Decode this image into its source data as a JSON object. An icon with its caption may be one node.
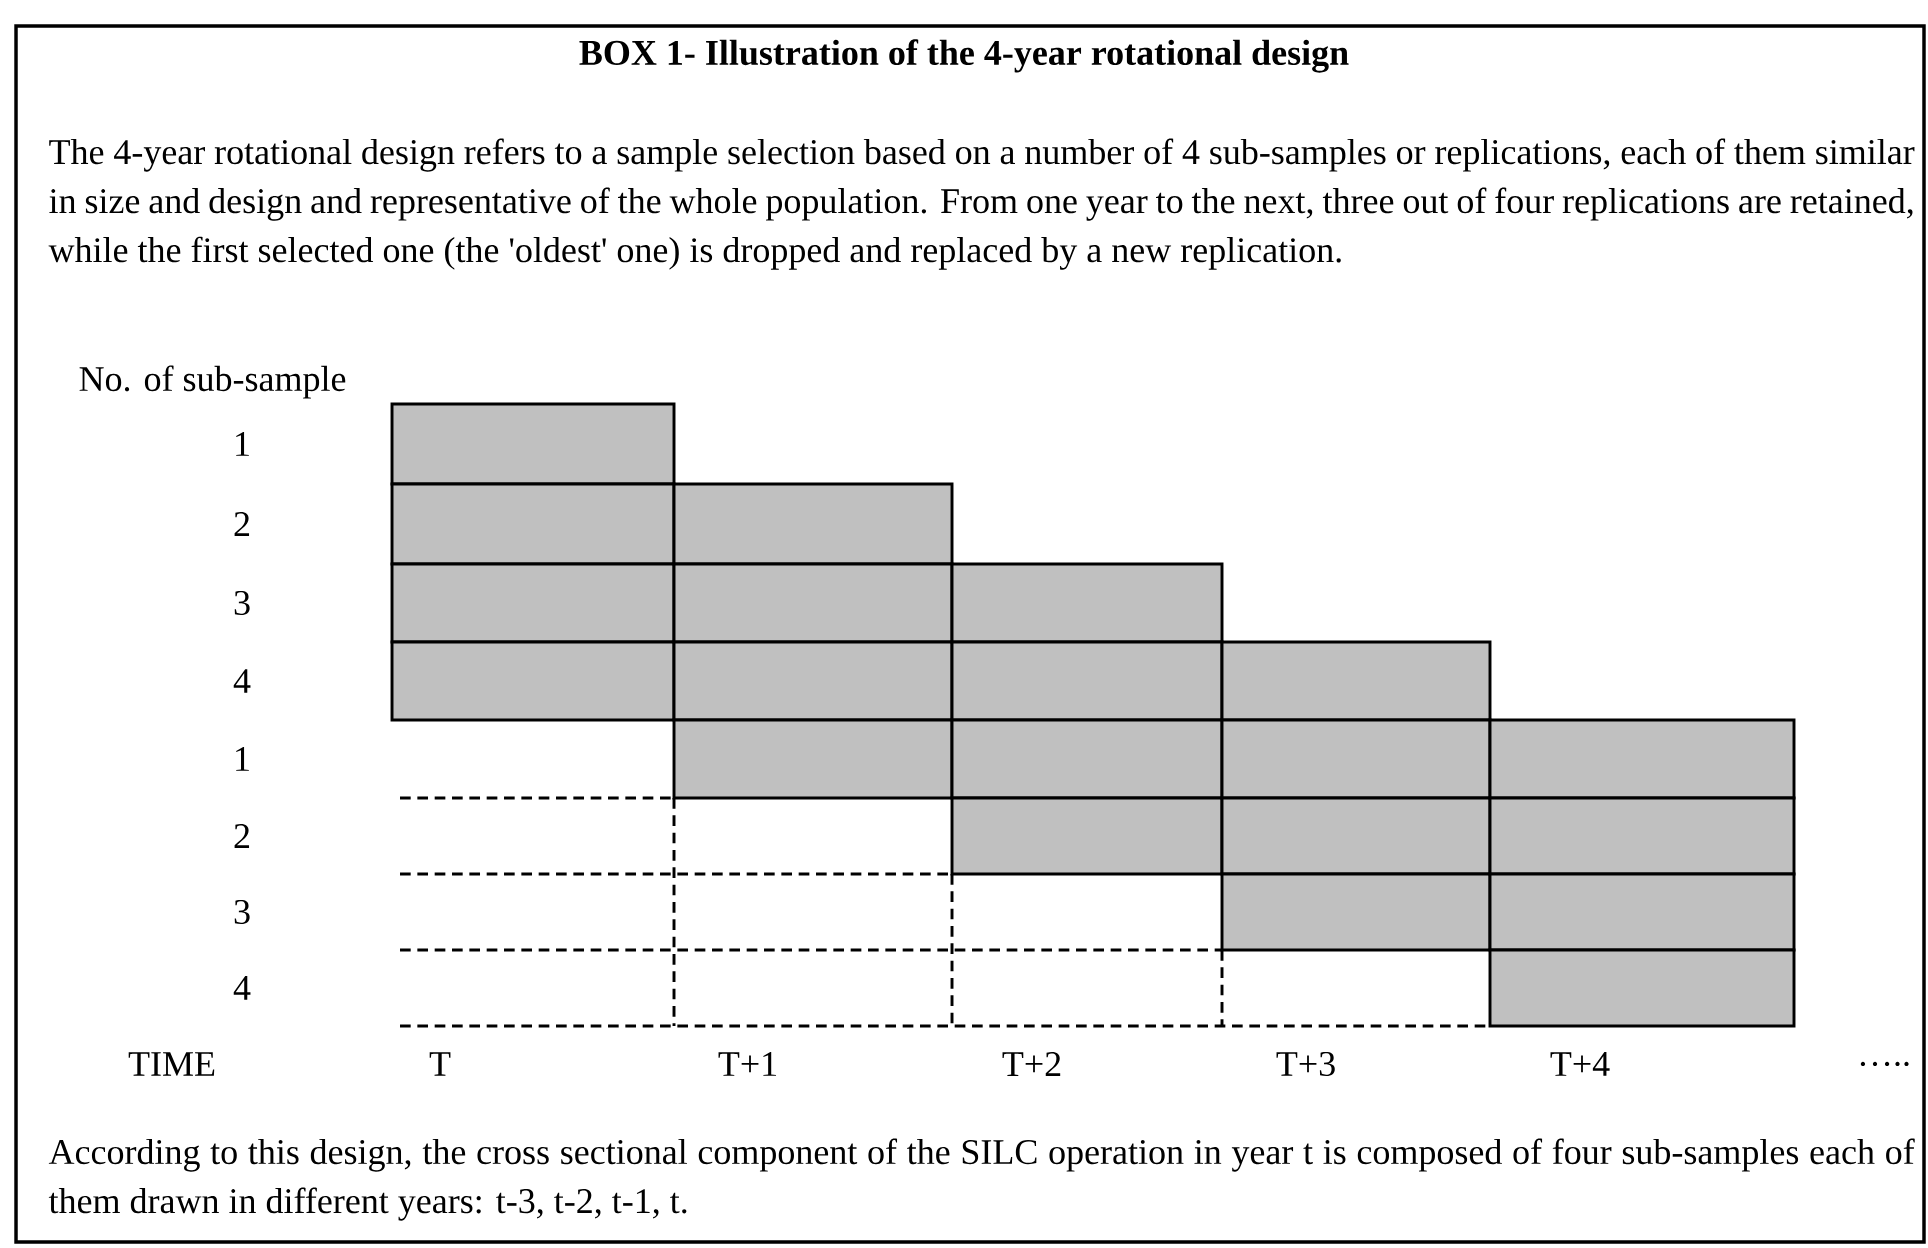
{
  "diagram": {
    "title": "BOX 1- Illustration of the 4-year rotational design",
    "labels": [
      "The 4-year rotational design refers to a sample selection based on a number of 4 sub-samples or replications, each of them similar in size and design and representative of the whole population. From one year to the next, three out of four replications are retained, while the first selected one (the 'oldest' one) is dropped and replaced by a new replication.",
      "No. of sub-sample",
      "1",
      "2",
      "3",
      "4",
      "1",
      "2",
      "3",
      "4",
      "TIME",
      "T",
      "T+1",
      "T+2",
      "T+3",
      "T+4",
      "…..",
      "According to this design, the cross sectional component of the SILC operation in year t is composed of four sub-samples each of them drawn in different years: t-3, t-2, t-1, t."
    ]
  }
}
